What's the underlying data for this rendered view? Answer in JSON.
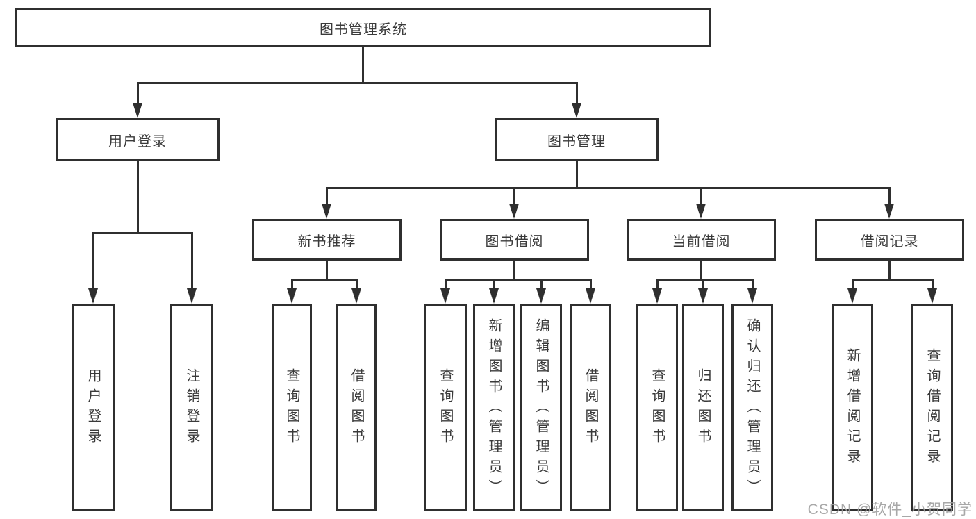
{
  "tree": {
    "root": "图书管理系统",
    "children": [
      {
        "label": "用户登录",
        "children": [
          {
            "label": "用户登录"
          },
          {
            "label": "注销登录"
          }
        ]
      },
      {
        "label": "图书管理",
        "children": [
          {
            "label": "新书推荐",
            "children": [
              {
                "label": "查询图书"
              },
              {
                "label": "借阅图书"
              }
            ]
          },
          {
            "label": "图书借阅",
            "children": [
              {
                "label": "查询图书"
              },
              {
                "label": "新增图书（管理员）"
              },
              {
                "label": "编辑图书（管理员）"
              },
              {
                "label": "借阅图书"
              }
            ]
          },
          {
            "label": "当前借阅",
            "children": [
              {
                "label": "查询图书"
              },
              {
                "label": "归还图书"
              },
              {
                "label": "确认归还（管理员）"
              }
            ]
          },
          {
            "label": "借阅记录",
            "children": [
              {
                "label": "新增借阅记录"
              },
              {
                "label": "查询借阅记录"
              }
            ]
          }
        ]
      }
    ]
  },
  "watermark": {
    "text": "CSDN @软件_小贺同学"
  },
  "colors": {
    "line": "#2f2f2f",
    "text": "#3a3a3a",
    "background": "#ffffff",
    "watermark": "#9e9e9e"
  }
}
